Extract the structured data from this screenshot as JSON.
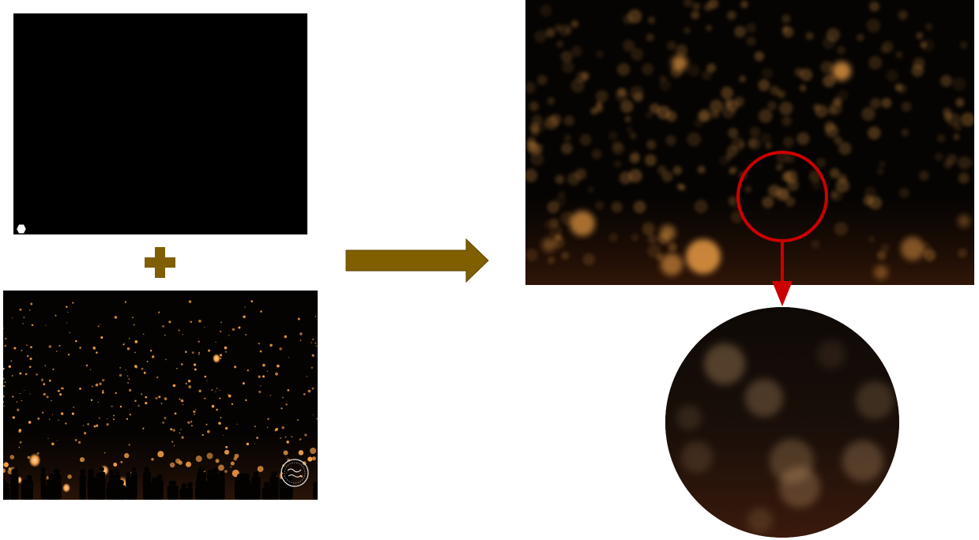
{
  "figure": {
    "kernel_image": {
      "background_color": "#000000",
      "aperture_shape": "hexagon",
      "aperture_color": "#ffffff"
    },
    "operator_icon": "plus-icon",
    "arrow_icon": "right-arrow-icon",
    "source_image": {
      "content": "night-sky-lanterns",
      "lantern_color": "#f2a048",
      "watermark_icon": "circular-logo-watermark"
    },
    "result_image": {
      "content": "bokeh-lanterns",
      "bokeh_color": "#e89a45"
    },
    "highlight": {
      "shape": "circle",
      "color": "#cc0000",
      "pointer_icon": "down-arrow-icon"
    },
    "zoom_view": {
      "shape": "circle",
      "bokeh_color": "#c9a070"
    },
    "accent_colors": {
      "operator": "#7f5f00",
      "highlight": "#cc0000"
    }
  }
}
